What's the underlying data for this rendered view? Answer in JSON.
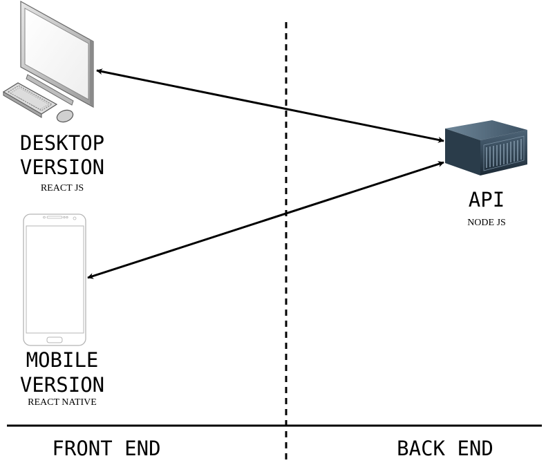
{
  "desktop": {
    "title_line1": "DESKTOP",
    "title_line2": "VERSION",
    "subtitle": "REACT JS",
    "icon": "desktop-computer-icon"
  },
  "mobile": {
    "title_line1": "MOBILE",
    "title_line2": "VERSION",
    "subtitle": "REACT NATIVE",
    "icon": "smartphone-icon"
  },
  "api": {
    "title": "API",
    "subtitle": "NODE JS",
    "icon": "server-icon"
  },
  "sections": {
    "front_end": "FRONT END",
    "back_end": "BACK END"
  }
}
